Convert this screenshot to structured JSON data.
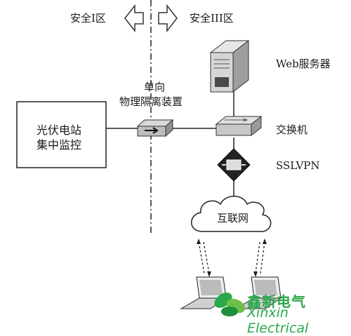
{
  "zones": {
    "left": "安全Ⅰ区",
    "right": "安全III区"
  },
  "nodes": {
    "pv_station": [
      "光伏电站",
      "集中监控"
    ],
    "isolation": [
      "单向",
      "物理隔离装置"
    ],
    "web_server": "Web服务器",
    "switch": "交换机",
    "sslvpn": "SSLVPN",
    "internet": "互联网"
  },
  "watermark": {
    "brand": "鑫新电气",
    "sub": "Xinxin Electrical",
    "color": "#2aa84a"
  }
}
